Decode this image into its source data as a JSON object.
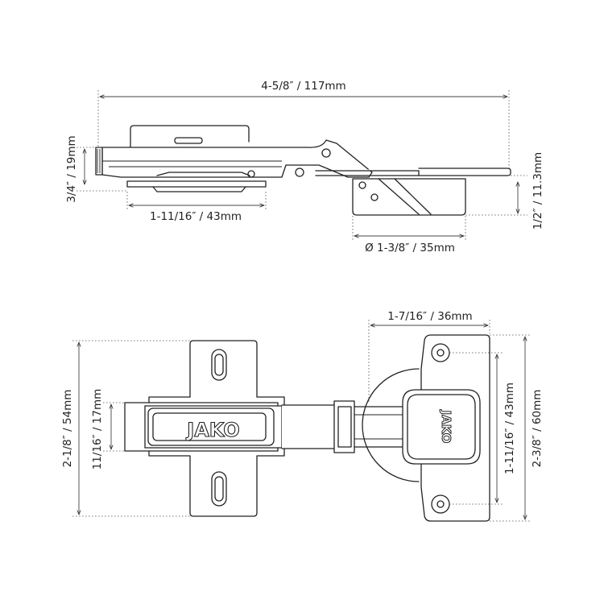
{
  "side_view": {
    "overall_length": "4-5/8″ / 117mm",
    "height": "3/4″ / 19mm",
    "plate_length": "1-11/16″ / 43mm",
    "cup_depth": "1/2″ / 11.3mm",
    "cup_diameter": "Ø 1-3/8″ / 35mm"
  },
  "top_view": {
    "cup_width": "1-7/16″ / 36mm",
    "plate_height": "2-1/8″ / 54mm",
    "arm_height": "11/16″ / 17mm",
    "screw_spacing": "1-11/16″ / 43mm",
    "cup_plate_height": "2-3/8″ / 60mm",
    "logo_text": "JAKO"
  }
}
